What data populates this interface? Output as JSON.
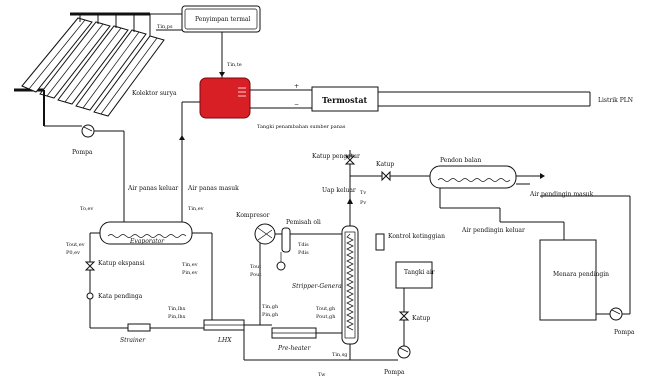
{
  "labels": {
    "penyimpan_termal": "Penyimpan termal",
    "kolektor_surya": "Kolektor surya",
    "pompa_top": "Pompa",
    "termostat": "Termostat",
    "listrik_pln": "Listrik PLN",
    "tangki_note": "Tangki penambahan sumber panas",
    "t_in_ps": "Tin,ps",
    "t_in_te": "Tin,te",
    "t_in_ev": "Tin,ev",
    "air_panas_keluar": "Air panas keluar",
    "air_panas_masuk": "Air panas masuk",
    "t_o_ev": "To,ev",
    "t_o_ev2": "Tout,ev",
    "p_o_ev": "P0,ev",
    "evaporator": "Evaporator",
    "katup_ekspansi": "Katup ekspansi",
    "kata_pendinga": "Kata pendinga",
    "strainer": "Strainer",
    "t_in_ev_in": "Tin,ev",
    "p_in_ev": "Pin,ev",
    "t_in_lhx": "Tin,lhx",
    "p_in_lhx": "Pin,lhx",
    "lhx": "LHX",
    "kompresor": "Kompresor",
    "pemisah_oli": "Pemisah oli",
    "t_dis": "Tdis",
    "p_dis": "Pdis",
    "t_out": "Tout",
    "p_out": "Pout",
    "stripper": "Stripper-Generator",
    "katup_pengatur": "Katup pengatur",
    "uap_keluar": "Uap keluar",
    "tv": "Tv",
    "pv": "Pv",
    "katup_top": "Katup",
    "pendon_balan": "Pendon balan",
    "air_pendingin_masuk": "Air pendingin masuk",
    "air_pendingin_keluar": "Air pendingin keluar",
    "menara_pendingin": "Menara pendingin",
    "pompa_right": "Pompa",
    "kontrol_ketinggian": "Kontrol ketinggian",
    "tangki_air": "Tangki air",
    "katup_bottom": "Katup",
    "t_in_gh": "Tin,gh",
    "p_in_gh": "Pin,gh",
    "t_out_gh": "Tout,gh",
    "p_out_gh": "Pout,gh",
    "pre_heater": "Pre-heater",
    "t_in_sg": "Tin,sg",
    "tw": "Tw",
    "pompa_bottom": "Pompa",
    "plus": "+",
    "minus": "−"
  },
  "colors": {
    "heater_red": "#d81f26",
    "ink": "#111111",
    "collector_fill": "#ffffff"
  },
  "icons": {
    "pump": "circle-pump-icon",
    "valve": "bowtie-valve-icon"
  }
}
